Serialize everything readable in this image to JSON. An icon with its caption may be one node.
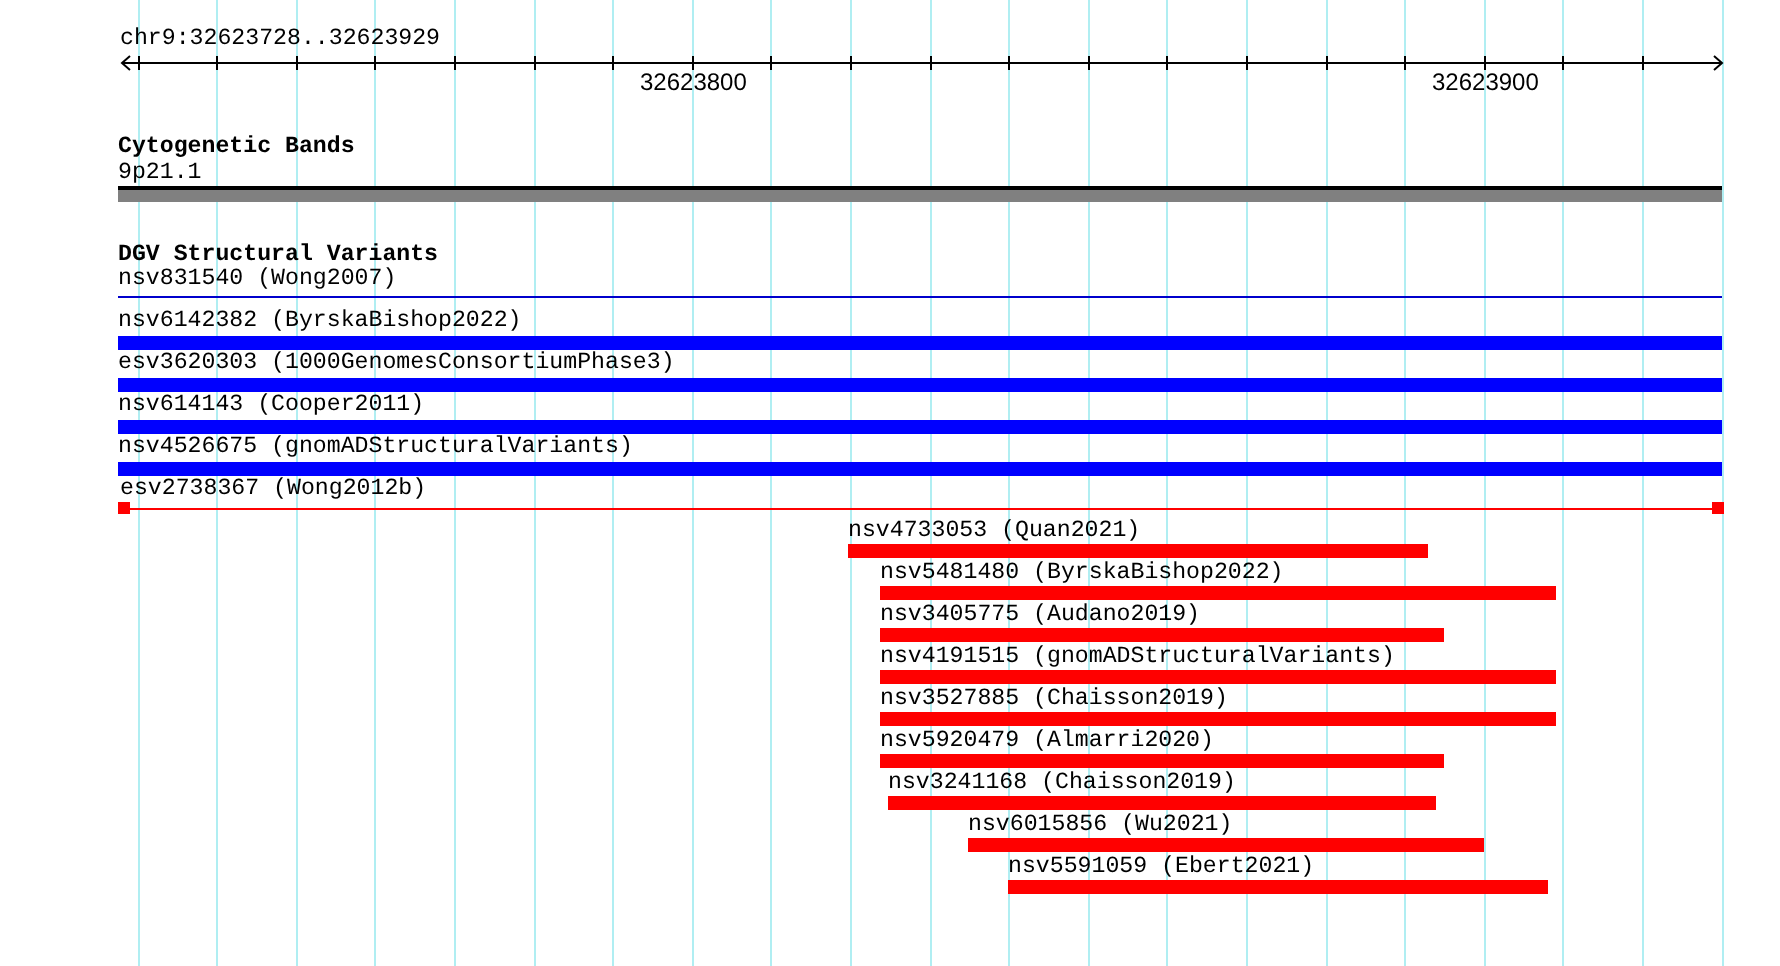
{
  "diagram": {
    "title": "chr9:32623728..32623929",
    "nodes": [
      {
        "text": [
          "9p21.1"
        ]
      },
      {
        "text": [
          "nsv831540 (Wong2007)"
        ]
      },
      {
        "text": [
          "nsv6142382 (ByrskaBishop2022)"
        ]
      },
      {
        "text": [
          "esv3620303 (1000GenomesConsortiumPhase3)"
        ]
      },
      {
        "text": [
          "nsv614143 (Cooper2011)"
        ]
      },
      {
        "text": [
          "nsv4526675 (gnomADStructuralVariants)"
        ]
      },
      {
        "text": [
          "esv2738367 (Wong2012b)"
        ]
      },
      {
        "text": [
          "nsv4733053 (Quan2021)"
        ]
      },
      {
        "text": [
          "nsv5481480 (ByrskaBishop2022)"
        ]
      },
      {
        "text": [
          "nsv3405775 (Audano2019)"
        ]
      },
      {
        "text": [
          "nsv4191515 (gnomADStructuralVariants)"
        ]
      },
      {
        "text": [
          "nsv3527885 (Chaisson2019)"
        ]
      },
      {
        "text": [
          "nsv5920479 (Almarri2020)"
        ]
      },
      {
        "text": [
          "nsv3241168 (Chaisson2019)"
        ]
      },
      {
        "text": [
          "nsv6015856 (Wu2021)"
        ]
      },
      {
        "text": [
          "nsv5591059 (Ebert2021)"
        ]
      }
    ],
    "labels": [
      "32623800",
      "32623900",
      "Cytogenetic Bands",
      "DGV Structural Variants"
    ]
  }
}
